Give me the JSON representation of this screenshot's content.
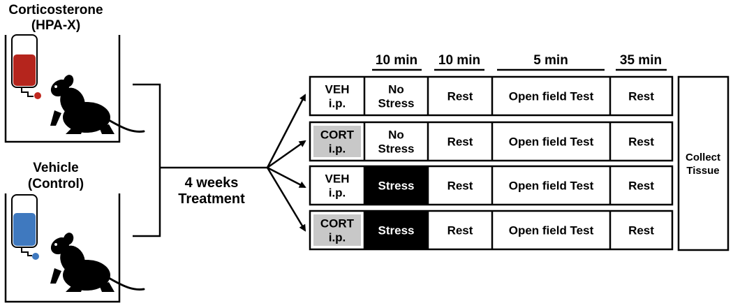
{
  "groups": [
    {
      "title_line1": "Corticosterone",
      "title_line2": "(HPA-X)",
      "liquid_color": "#b5251d",
      "drop_color": "#c0281f"
    },
    {
      "title_line1": "Vehicle",
      "title_line2": "(Control)",
      "liquid_color": "#3f79bf",
      "drop_color": "#3f79bf"
    }
  ],
  "treatment": {
    "line1": "4 weeks",
    "line2": "Treatment"
  },
  "durations": [
    "10 min",
    "10 min",
    "5 min",
    "35 min"
  ],
  "rows": [
    {
      "injection_line1": "VEH",
      "injection_line2": "i.p.",
      "injection_shaded": false,
      "condition_line1": "No",
      "condition_line2": "Stress",
      "stress": false,
      "rest1": "Rest",
      "test": "Open field Test",
      "rest2": "Rest"
    },
    {
      "injection_line1": "CORT",
      "injection_line2": "i.p.",
      "injection_shaded": true,
      "condition_line1": "No",
      "condition_line2": "Stress",
      "stress": false,
      "rest1": "Rest",
      "test": "Open field Test",
      "rest2": "Rest"
    },
    {
      "injection_line1": "VEH",
      "injection_line2": "i.p.",
      "injection_shaded": false,
      "condition_line1": "Stress",
      "condition_line2": "",
      "stress": true,
      "rest1": "Rest",
      "test": "Open field Test",
      "rest2": "Rest"
    },
    {
      "injection_line1": "CORT",
      "injection_line2": "i.p.",
      "injection_shaded": true,
      "condition_line1": "Stress",
      "condition_line2": "",
      "stress": true,
      "rest1": "Rest",
      "test": "Open field Test",
      "rest2": "Rest"
    }
  ],
  "collect": {
    "line1": "Collect",
    "line2": "Tissue"
  },
  "colors": {
    "stroke": "#000000",
    "cort_fill": "#c8c8c8",
    "stress_fill": "#000000"
  }
}
